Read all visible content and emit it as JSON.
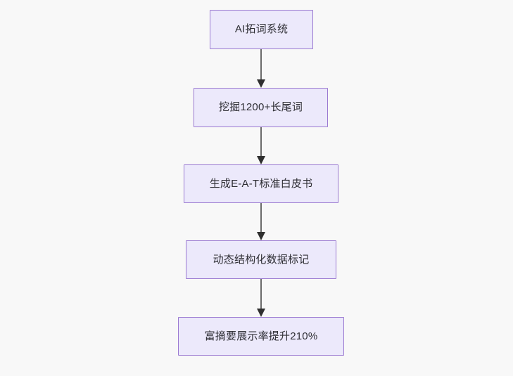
{
  "diagram": {
    "type": "flowchart",
    "direction": "top-to-bottom",
    "background_color": "#f8f8f8",
    "node_fill_color": "#ece9fb",
    "node_border_color": "#9a79d1",
    "node_text_color": "#2f2f35",
    "edge_color": "#6b6b6b",
    "arrowhead_color": "#2f2f2f",
    "nodes": [
      {
        "id": "n1",
        "label": "AI拓词系统"
      },
      {
        "id": "n2",
        "label": "挖掘1200+长尾词"
      },
      {
        "id": "n3",
        "label": "生成E-A-T标准白皮书"
      },
      {
        "id": "n4",
        "label": "动态结构化数据标记"
      },
      {
        "id": "n5",
        "label": "富摘要展示率提升210%"
      }
    ],
    "edges": [
      {
        "from": "n1",
        "to": "n2"
      },
      {
        "from": "n2",
        "to": "n3"
      },
      {
        "from": "n3",
        "to": "n4"
      },
      {
        "from": "n4",
        "to": "n5"
      }
    ]
  }
}
